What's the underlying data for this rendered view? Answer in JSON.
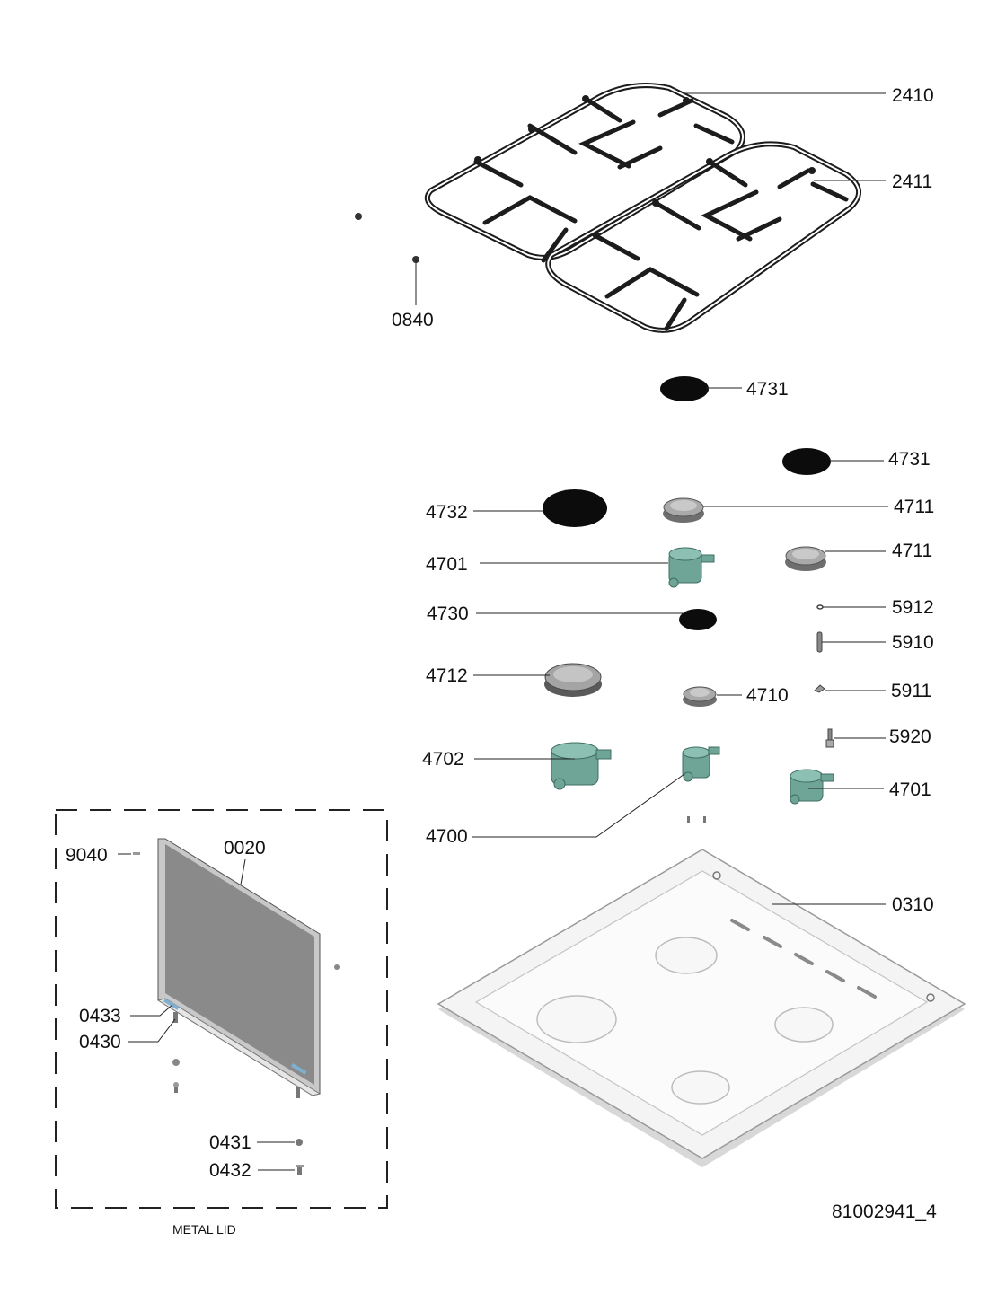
{
  "drawing_number": "81002941_4",
  "inset": {
    "caption": "METAL LID"
  },
  "parts": {
    "p2410": "2410",
    "p2411": "2411",
    "p0840": "0840",
    "p4731a": "4731",
    "p4731b": "4731",
    "p4732": "4732",
    "p4711a": "4711",
    "p4711b": "4711",
    "p4701a": "4701",
    "p4701b": "4701",
    "p4730": "4730",
    "p5912": "5912",
    "p5910": "5910",
    "p4712": "4712",
    "p4710": "4710",
    "p5911": "5911",
    "p5920": "5920",
    "p4702": "4702",
    "p4700": "4700",
    "p0310": "0310",
    "p9040": "9040",
    "p0020": "0020",
    "p0433": "0433",
    "p0430": "0430",
    "p0431": "0431",
    "p0432": "0432"
  },
  "colors": {
    "burner_base": "#6fa597",
    "cap": "#0c0c0c",
    "grate": "#1c1c1c",
    "lid": "#8a8a8a",
    "tray": "#f4f4f4"
  }
}
